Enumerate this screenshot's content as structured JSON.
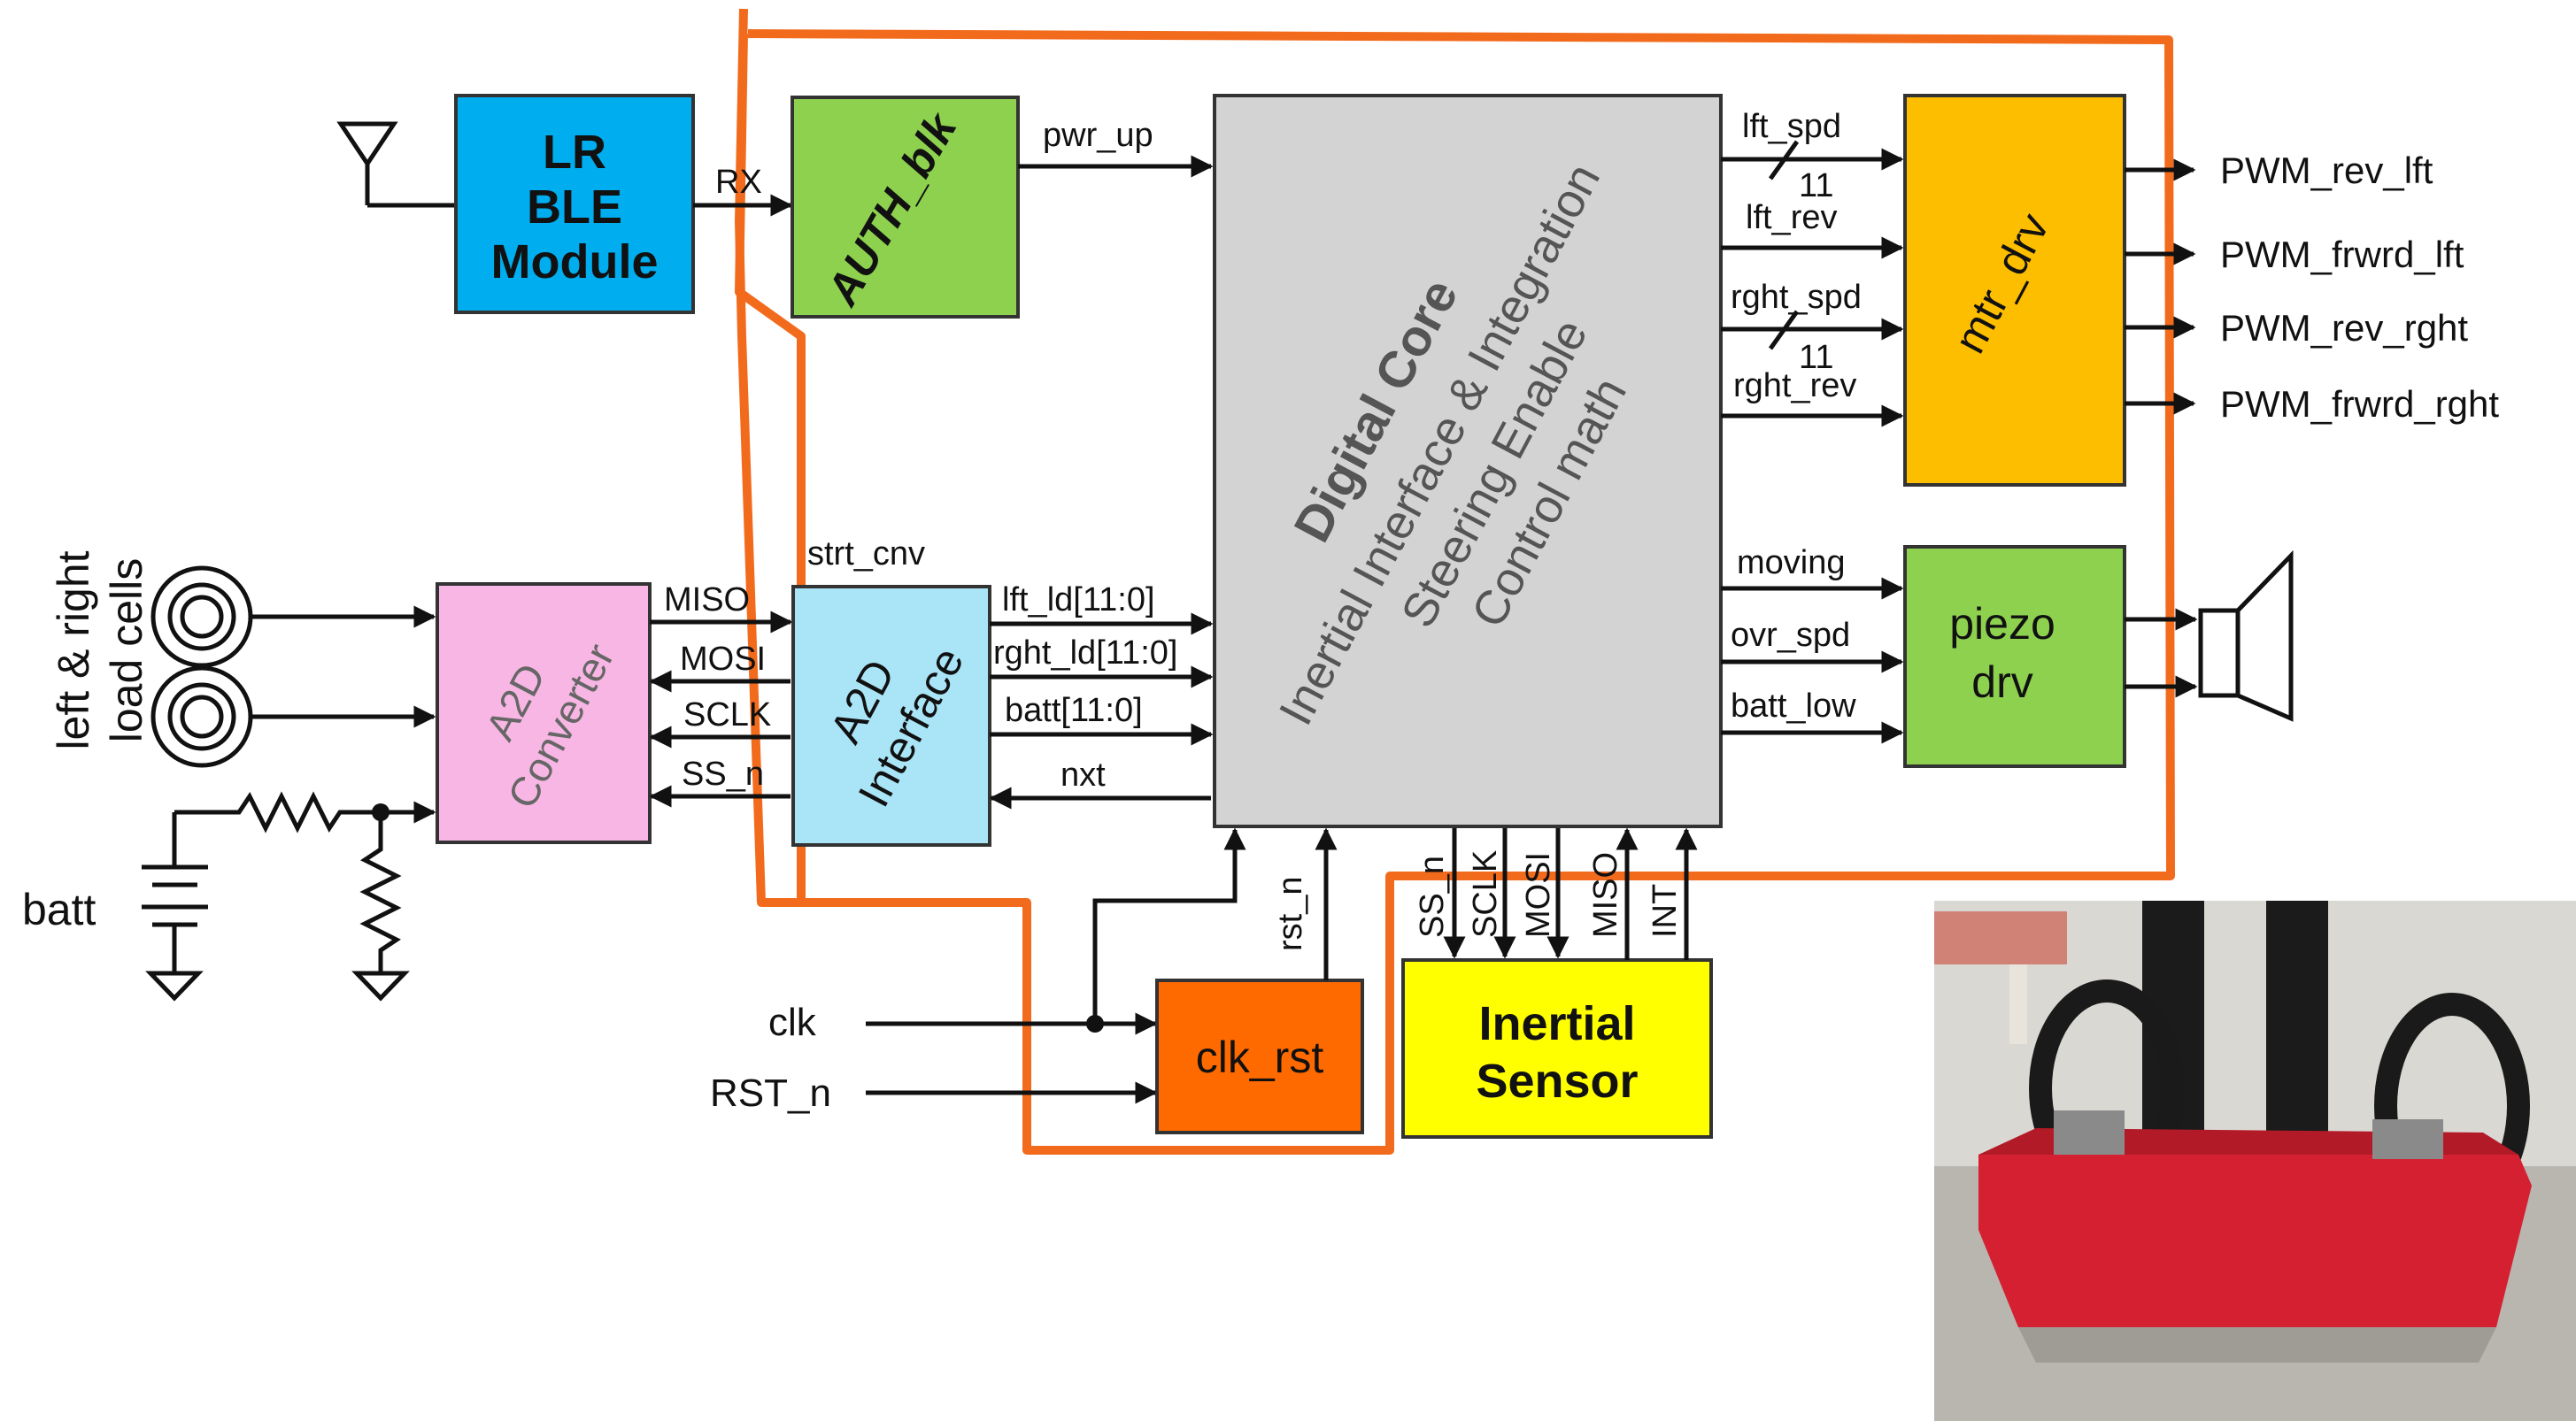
{
  "colors": {
    "accent_outline": "#F26B1D",
    "ble": "#00ADEF",
    "auth": "#8DD14F",
    "core": "#D3D3D3",
    "mtr": "#FDBE00",
    "piezo": "#8DD14F",
    "a2d_conv": "#F7B6E3",
    "a2d_if": "#A9E4F7",
    "clk_rst": "#FF6A00",
    "inertial": "#FFFF00"
  },
  "blocks": {
    "ble": [
      "LR",
      "BLE",
      "Module"
    ],
    "auth": "AUTH_blk",
    "core_title": "Digital Core",
    "core_lines": [
      "Inertial Interface & Integration",
      "Steering Enable",
      "Control math"
    ],
    "mtr": "mtr_drv",
    "piezo": [
      "piezo",
      "drv"
    ],
    "a2d_conv": [
      "A2D",
      "Converter"
    ],
    "a2d_if": [
      "A2D",
      "Interface"
    ],
    "clk_rst": "clk_rst",
    "inertial": [
      "Inertial",
      "Sensor"
    ]
  },
  "signals": {
    "rx": "RX",
    "pwr_up": "pwr_up",
    "strt_cnv": "strt_cnv",
    "miso": "MISO",
    "mosi": "MOSI",
    "sclk": "SCLK",
    "ss_n": "SS_n",
    "lft_ld": "lft_ld[11:0]",
    "rght_ld": "rght_ld[11:0]",
    "batt_bus": "batt[11:0]",
    "nxt": "nxt",
    "lft_spd": "lft_spd",
    "lft_rev": "lft_rev",
    "rght_spd": "rght_spd",
    "rght_rev": "rght_rev",
    "bus_width_1": "11",
    "bus_width_2": "11",
    "moving": "moving",
    "ovr_spd": "ovr_spd",
    "batt_low": "batt_low",
    "rst_n": "rst_n",
    "imu_ss_n": "SS_n",
    "imu_sclk": "SCLK",
    "imu_mosi": "MOSI",
    "imu_miso": "MISO",
    "imu_int": "INT",
    "clk": "clk",
    "rst_n_in": "RST_n"
  },
  "outputs": [
    "PWM_rev_lft",
    "PWM_frwrd_lft",
    "PWM_rev_rght",
    "PWM_frwrd_rght"
  ],
  "side_labels": {
    "load_cells_1": "left & right",
    "load_cells_2": "load cells",
    "batt": "batt"
  }
}
